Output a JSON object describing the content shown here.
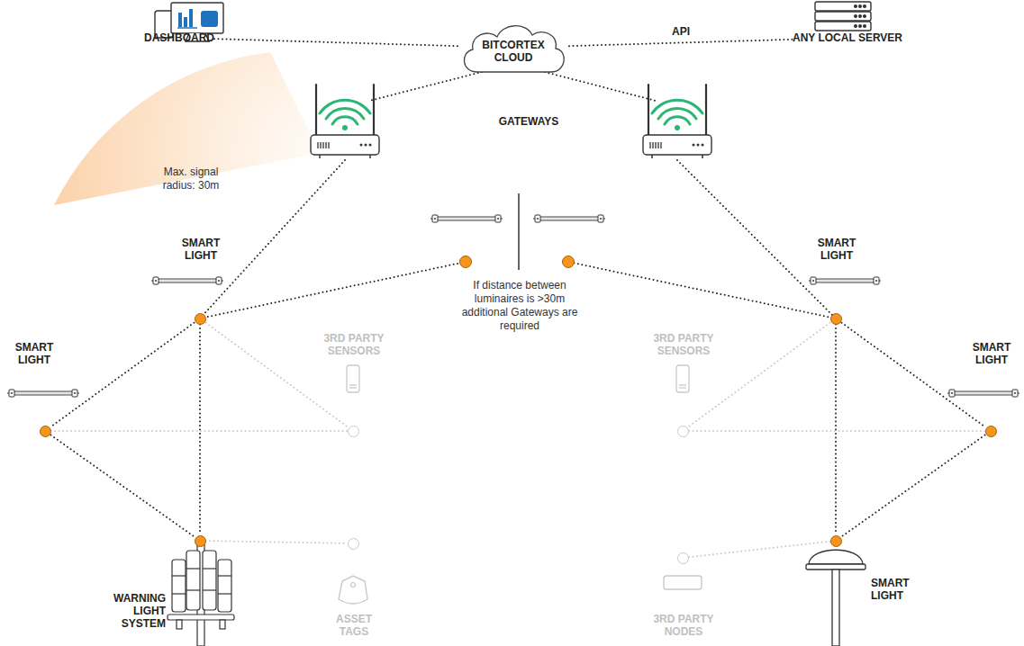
{
  "diagram": {
    "nodes": [
      {
        "text": [
          "DASHBOARD"
        ]
      },
      {
        "text": [
          "BITCORTEX CLOUD"
        ]
      },
      {
        "text": [
          "ANY LOCAL SERVER"
        ]
      },
      {
        "text": [
          "SMART LIGHT"
        ]
      },
      {
        "text": [
          "SMART LIGHT"
        ]
      },
      {
        "text": [
          "3RD PARTY SENSORS"
        ]
      },
      {
        "text": [
          "WARNING LIGHT SYSTEM"
        ]
      },
      {
        "text": [
          "ASSET TAGS"
        ]
      },
      {
        "text": [
          "SMART LIGHT"
        ]
      },
      {
        "text": [
          "SMART LIGHT"
        ]
      },
      {
        "text": [
          "3RD PARTY SENSORS"
        ]
      },
      {
        "text": [
          "3RD PARTY NODES"
        ]
      },
      {
        "text": [
          "SMART LIGHT"
        ]
      }
    ],
    "edges": [
      {
        "from": 0,
        "to": 1,
        "arrow": "none"
      },
      {
        "from": 1,
        "to": 2,
        "label": "API",
        "arrow": "none"
      },
      {
        "from": 3,
        "to": 4,
        "arrow": "none"
      },
      {
        "from": 3,
        "to": 6,
        "arrow": "none"
      },
      {
        "from": 4,
        "to": 6,
        "arrow": "none"
      },
      {
        "from": 3,
        "to": 5,
        "arrow": "none"
      },
      {
        "from": 4,
        "to": 5,
        "arrow": "none"
      },
      {
        "from": 6,
        "to": 7,
        "arrow": "none"
      },
      {
        "from": 8,
        "to": 9,
        "arrow": "none"
      },
      {
        "from": 8,
        "to": 12,
        "arrow": "none"
      },
      {
        "from": 9,
        "to": 12,
        "arrow": "none"
      },
      {
        "from": 8,
        "to": 10,
        "arrow": "none"
      },
      {
        "from": 9,
        "to": 10,
        "arrow": "none"
      },
      {
        "from": 12,
        "to": 11,
        "arrow": "none"
      }
    ],
    "labels": [
      "GATEWAYS",
      "Max. signal radius: 30m",
      "If distance between luminaires is >30m additional Gateways are required"
    ]
  }
}
